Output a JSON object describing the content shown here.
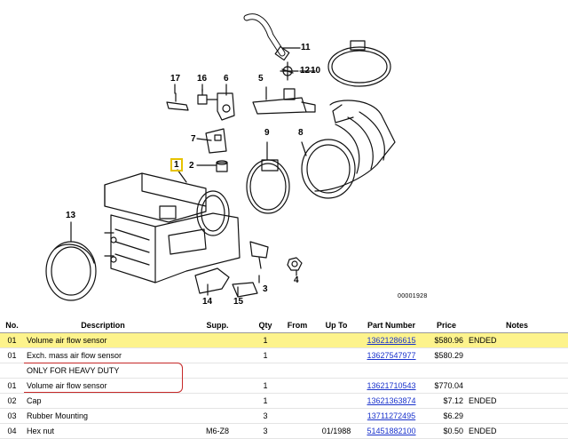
{
  "diagram": {
    "callouts": [
      {
        "id": "c1",
        "label": "1",
        "highlight": true
      },
      {
        "id": "c2",
        "label": "2"
      },
      {
        "id": "c3",
        "label": "3"
      },
      {
        "id": "c4",
        "label": "4"
      },
      {
        "id": "c5",
        "label": "5"
      },
      {
        "id": "c6",
        "label": "6"
      },
      {
        "id": "c7",
        "label": "7"
      },
      {
        "id": "c8",
        "label": "8"
      },
      {
        "id": "c9",
        "label": "9"
      },
      {
        "id": "c10",
        "label": "10"
      },
      {
        "id": "c11",
        "label": "11"
      },
      {
        "id": "c12",
        "label": "12"
      },
      {
        "id": "c13",
        "label": "13"
      },
      {
        "id": "c14",
        "label": "14"
      },
      {
        "id": "c15",
        "label": "15"
      },
      {
        "id": "c16",
        "label": "16"
      },
      {
        "id": "c17",
        "label": "17"
      }
    ],
    "figure_id": "00001928"
  },
  "table": {
    "headers": [
      "No.",
      "Description",
      "Supp.",
      "Qty",
      "From",
      "Up To",
      "Part Number",
      "Price",
      "Notes"
    ],
    "rows": [
      {
        "no": "01",
        "desc": "Volume air flow sensor",
        "supp": "",
        "qty": "1",
        "from": "",
        "upto": "",
        "part": "13621286615",
        "price": "$580.96",
        "notes": "ENDED",
        "highlight": true
      },
      {
        "no": "01",
        "desc": "Exch. mass air flow sensor",
        "supp": "",
        "qty": "1",
        "from": "",
        "upto": "",
        "part": "13627547977",
        "price": "$580.29",
        "notes": ""
      },
      {
        "no": "",
        "desc": "ONLY FOR HEAVY DUTY",
        "supp": "",
        "qty": "",
        "from": "",
        "upto": "",
        "part": "",
        "price": "",
        "notes": ""
      },
      {
        "no": "01",
        "desc": "Volume air flow sensor",
        "supp": "",
        "qty": "1",
        "from": "",
        "upto": "",
        "part": "13621710543",
        "price": "$770.04",
        "notes": ""
      },
      {
        "no": "02",
        "desc": "Cap",
        "supp": "",
        "qty": "1",
        "from": "",
        "upto": "",
        "part": "13621363874",
        "price": "$7.12",
        "notes": "ENDED"
      },
      {
        "no": "03",
        "desc": "Rubber Mounting",
        "supp": "",
        "qty": "3",
        "from": "",
        "upto": "",
        "part": "13711272495",
        "price": "$6.29",
        "notes": ""
      },
      {
        "no": "04",
        "desc": "Hex nut",
        "supp": "M6-Z8",
        "qty": "3",
        "from": "",
        "upto": "01/1988",
        "part": "51451882100",
        "price": "$0.50",
        "notes": "ENDED"
      }
    ]
  },
  "colors": {
    "highlight_row": "#fdf38c",
    "link": "#1a33cc",
    "callout_frame": "#e6c200",
    "note_frame": "#c62828"
  }
}
